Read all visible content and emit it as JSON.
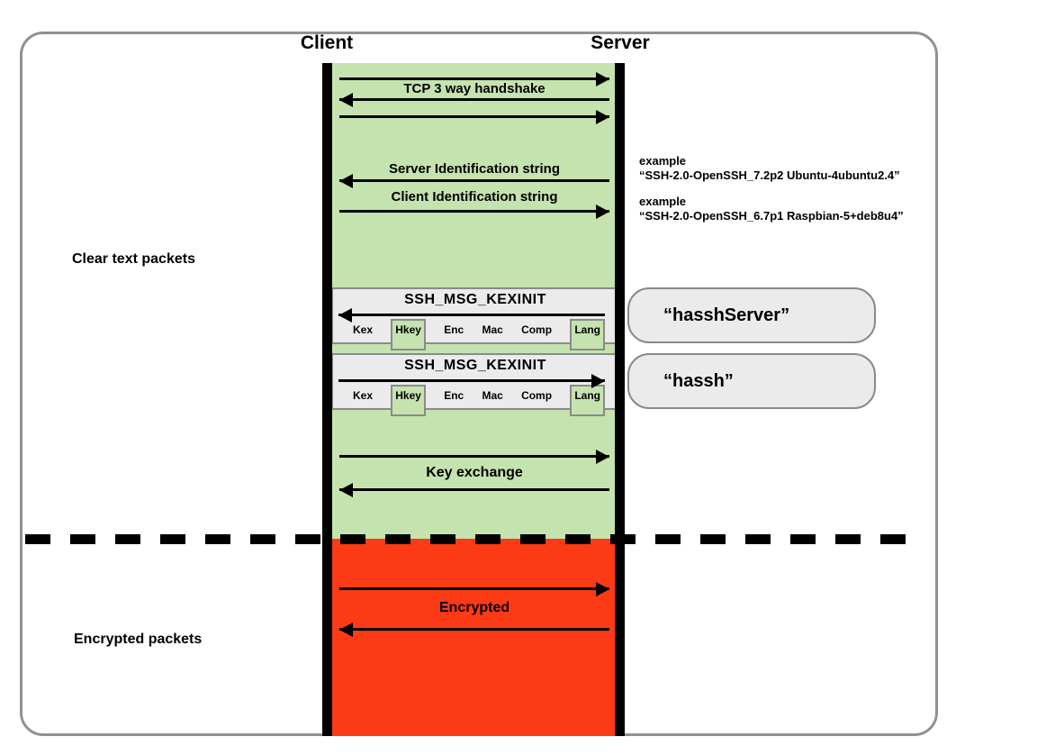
{
  "diagram": {
    "actors": {
      "client": "Client",
      "server": "Server"
    },
    "sections": {
      "clear_label": "Clear text packets",
      "encrypted_label": "Encrypted packets"
    },
    "messages": {
      "tcp_handshake": "TCP 3 way handshake",
      "server_identification": "Server Identification string",
      "client_identification": "Client Identification string",
      "key_exchange": "Key exchange",
      "encrypted": "Encrypted"
    },
    "examples": {
      "server": {
        "label": "example",
        "value": "“SSH-2.0-OpenSSH_7.2p2 Ubuntu-4ubuntu2.4”"
      },
      "client": {
        "label": "example",
        "value": "“SSH-2.0-OpenSSH_6.7p1 Raspbian-5+deb8u4”"
      }
    },
    "kexinit": {
      "title": "SSH_MSG_KEXINIT",
      "fields": [
        "Kex",
        "Hkey",
        "Enc",
        "Mac",
        "Comp",
        "Lang"
      ],
      "highlighted_fields": [
        "Hkey",
        "Lang"
      ]
    },
    "fingerprints": {
      "server": "“hasshServer”",
      "client": "“hassh”"
    },
    "colors": {
      "clear_band": "#c5e3ae",
      "encrypted_band": "#fc3a15",
      "packet_box_fill": "#ebebeb",
      "border_gray": "#8a8a8a",
      "frame_gray": "#919191"
    }
  }
}
